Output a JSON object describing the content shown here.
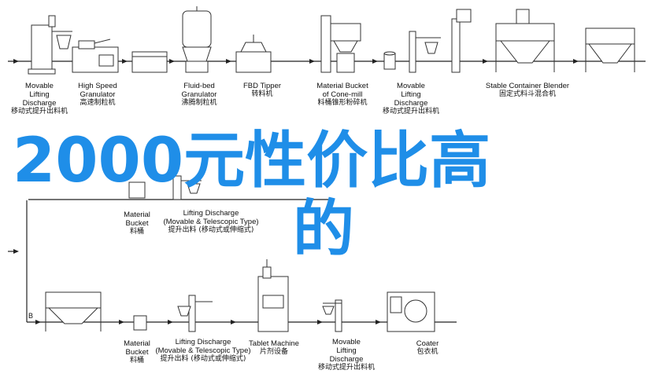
{
  "row1": [
    {
      "en": [
        "Movable",
        "Lifting",
        "Discharge"
      ],
      "cn": "移动式提升出料机"
    },
    {
      "en": [
        "High Speed",
        "Granulator"
      ],
      "cn": "高速制粒机"
    },
    {
      "en": [
        "Fluid-bed",
        "Granulator"
      ],
      "cn": "沸腾制粒机"
    },
    {
      "en": [
        "FBD Tipper"
      ],
      "cn": "转料机"
    },
    {
      "en": [
        "Material Bucket",
        "of Cone-mill"
      ],
      "cn": "料桶锥形粉碎机"
    },
    {
      "en": [
        "Movable",
        "Lifting",
        "Discharge"
      ],
      "cn": "移动式提升出料机"
    },
    {
      "en": [
        "Stable Container Blender"
      ],
      "cn": "固定式料斗混合机"
    }
  ],
  "row2": [
    {
      "en": [
        "Material",
        "Bucket"
      ],
      "cn": "料桶"
    },
    {
      "en": [
        "Lifting Discharge",
        "(Movable & Telescopic Type)"
      ],
      "cn": "提升出料 (移动式或伸缩式)"
    }
  ],
  "row3": [
    {
      "en": [
        "Material",
        "Bucket"
      ],
      "cn": "料桶"
    },
    {
      "en": [
        "Lifting Discharge",
        "(Movable & Telescopic Type)"
      ],
      "cn": "提升出料 (移动式或伸缩式)"
    },
    {
      "en": [
        "Tablet Machine"
      ],
      "cn": "片剂设备"
    },
    {
      "en": [
        "Movable",
        "Lifting",
        "Discharge"
      ],
      "cn": "移动式提升出料机"
    },
    {
      "en": [
        "Coater"
      ],
      "cn": "包衣机"
    }
  ],
  "row3_marker": "B",
  "overlay": {
    "line1": "2000元性价比高",
    "line2": "的"
  }
}
